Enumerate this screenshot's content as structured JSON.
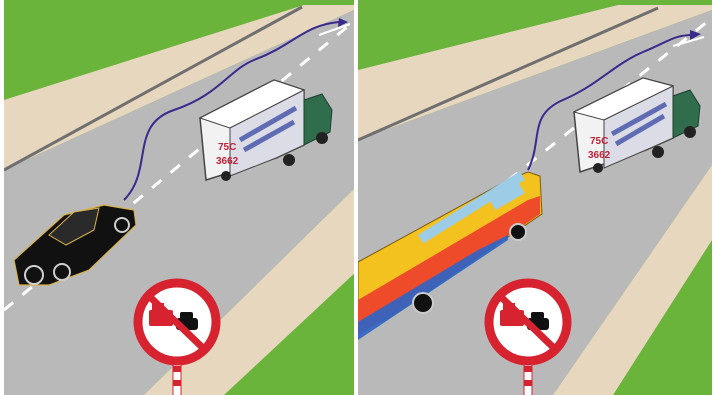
{
  "scene": {
    "panels": [
      {
        "overtaking_vehicle": "car",
        "truck_plate_line1": "75C",
        "truck_plate_line2": "3662",
        "sign_icon": "no-overtaking-trucks-sign-icon"
      },
      {
        "overtaking_vehicle": "bus",
        "truck_plate_line1": "75C",
        "truck_plate_line2": "3662",
        "sign_icon": "no-overtaking-trucks-sign-icon"
      }
    ],
    "colors": {
      "grass": "#6ab43c",
      "shoulder": "#e8d7bf",
      "road": "#b9b9b9",
      "path_arrow": "#3a2a8c",
      "sign_red": "#d7232f",
      "car": "#111111",
      "bus": "#f4c21f",
      "truck_body": "#f2f2f2",
      "truck_cab": "#2f6d4d"
    }
  }
}
